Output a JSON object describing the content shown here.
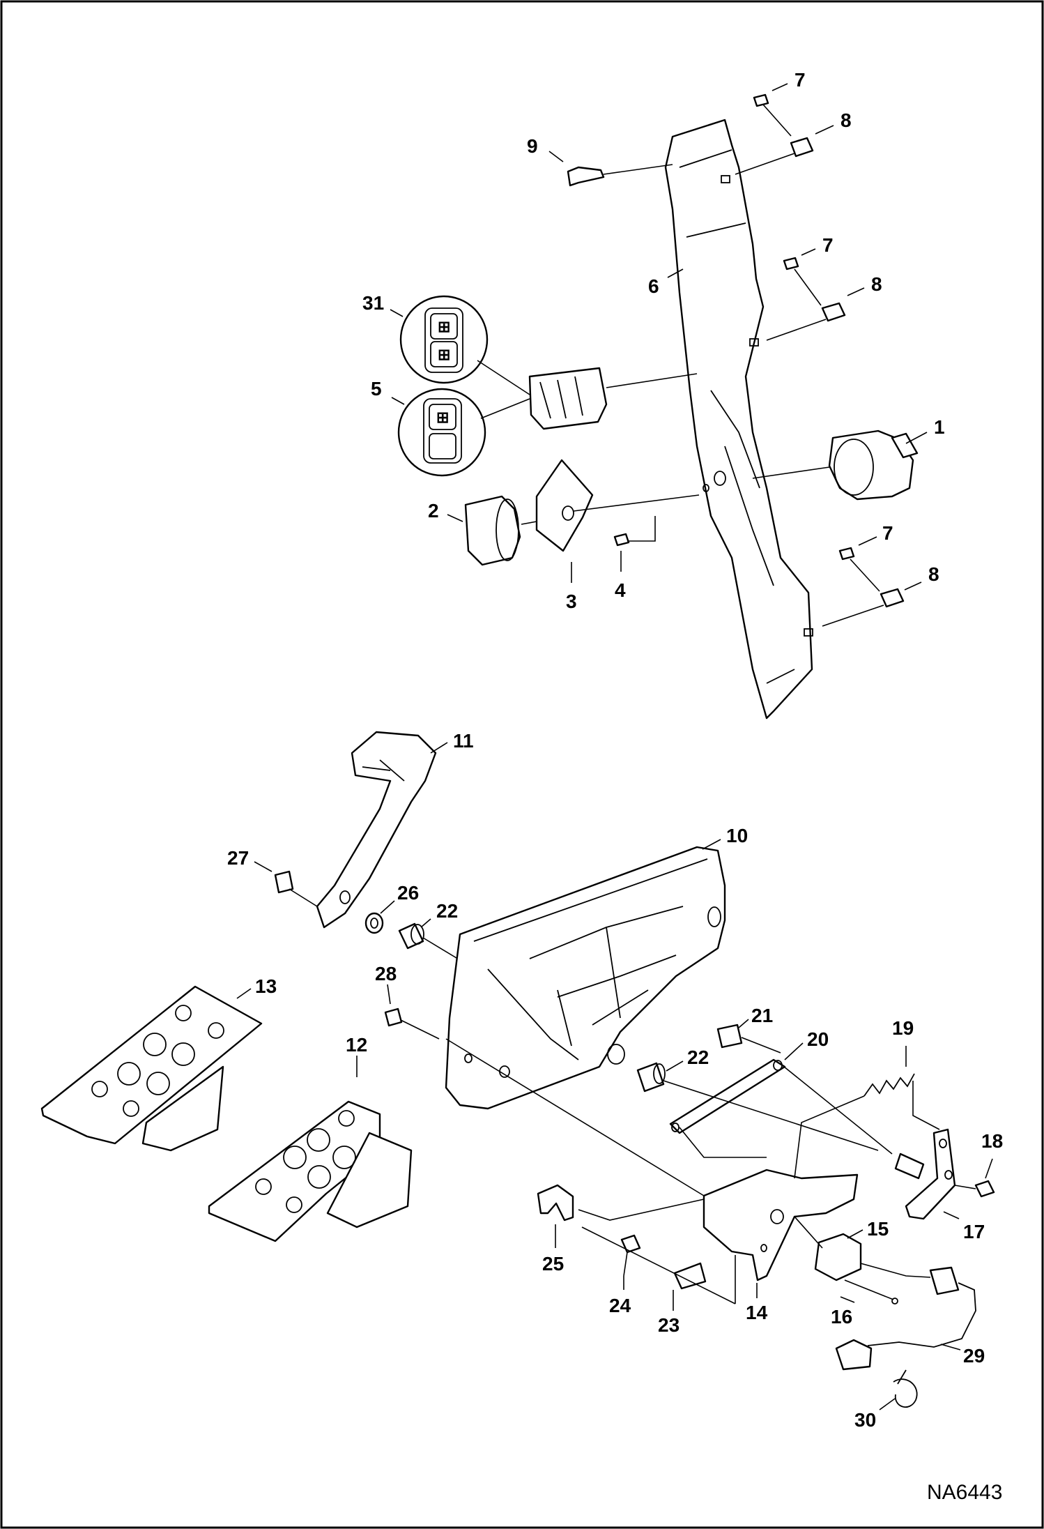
{
  "drawing": {
    "id": "NA6443",
    "callouts": {
      "c1": "1",
      "c2": "2",
      "c3": "3",
      "c4": "4",
      "c5": "5",
      "c6": "6",
      "c7a": "7",
      "c7b": "7",
      "c7c": "7",
      "c8a": "8",
      "c8b": "8",
      "c8c": "8",
      "c9": "9",
      "c10": "10",
      "c11": "11",
      "c12": "12",
      "c13": "13",
      "c14": "14",
      "c15": "15",
      "c16": "16",
      "c17": "17",
      "c18": "18",
      "c19": "19",
      "c20": "20",
      "c21": "21",
      "c22a": "22",
      "c22b": "22",
      "c23": "23",
      "c24": "24",
      "c25": "25",
      "c26": "26",
      "c27": "27",
      "c28": "28",
      "c29": "29",
      "c30": "30",
      "c31": "31"
    }
  },
  "colors": {
    "line": "#000000",
    "background": "#ffffff"
  }
}
